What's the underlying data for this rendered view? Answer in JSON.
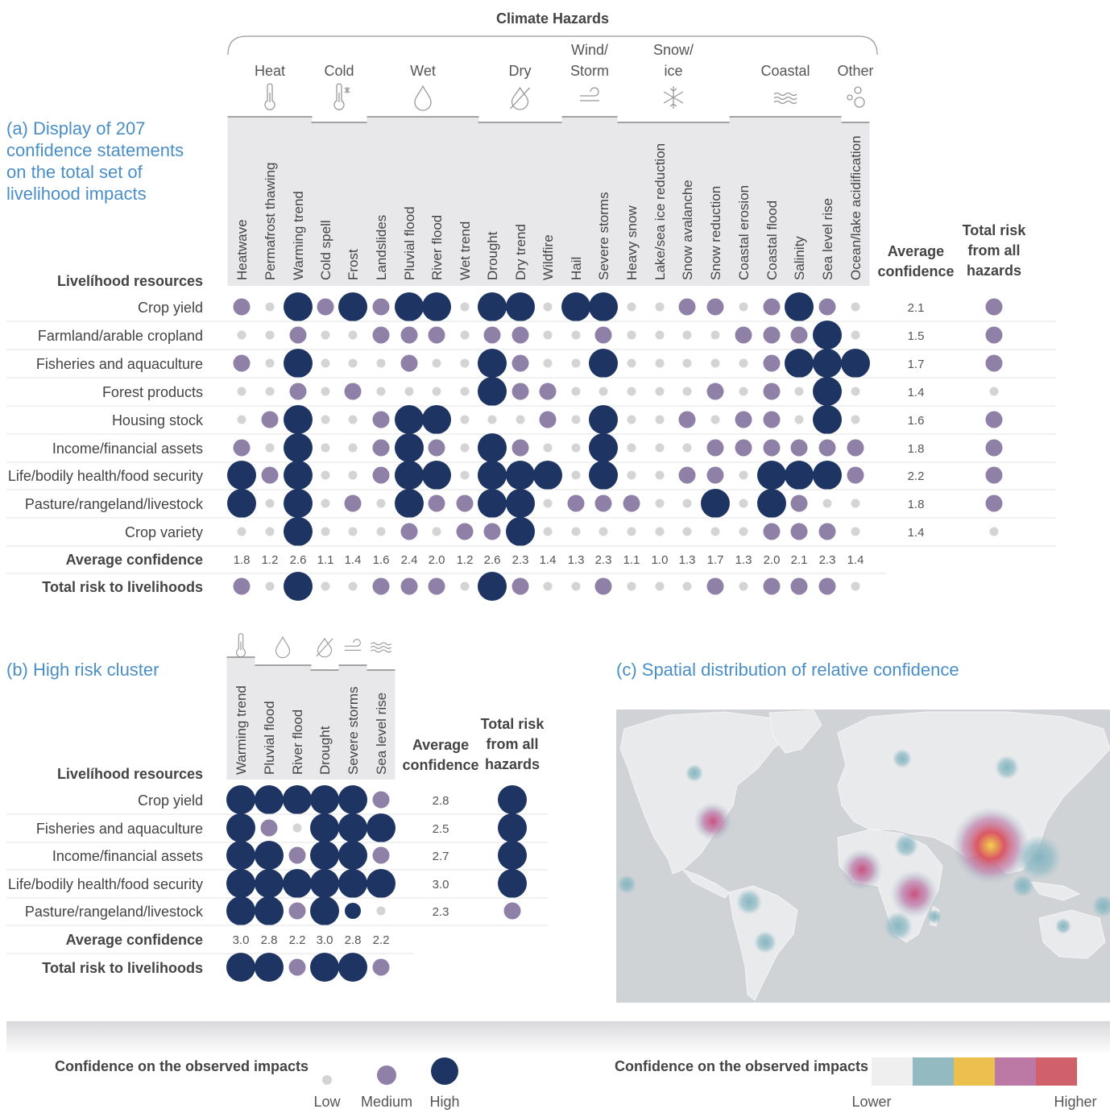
{
  "colors": {
    "low": "#d4d4d4",
    "medium": "#8f80a8",
    "high": "#1e3563",
    "header_bg": "#e8e8ea",
    "title": "#4a8ec6"
  },
  "top_title": "Climate Hazards",
  "groups": [
    {
      "label": "Heat",
      "icon": "thermometer-icon"
    },
    {
      "label": "Cold",
      "icon": "snow-thermometer-icon"
    },
    {
      "label": "Wet",
      "icon": "drop-icon"
    },
    {
      "label": "Dry",
      "icon": "dry-icon"
    },
    {
      "label": "Wind/\nStorm",
      "icon": "wind-icon"
    },
    {
      "label": "Snow/\nice",
      "icon": "snowflake-icon"
    },
    {
      "label": "Coastal",
      "icon": "waves-icon"
    },
    {
      "label": "Other",
      "icon": "bubbles-icon"
    }
  ],
  "panel_a": {
    "title": "(a) Display of 207\nconfidence statements\non the total set of\nlivelihood impacts",
    "resources_header": "Livelíhood resources",
    "avg_header": "Average\nconfidence",
    "total_header": "Total risk\nfrom all\nhazards"
  },
  "panel_b": {
    "title": "(b) High risk cluster",
    "resources_header": "Livelíhood resources",
    "avg_header": "Average\nconfidence",
    "total_header": "Total risk\nfrom all\nhazards"
  },
  "panel_c": {
    "title": "(c) Spatial distribution of relative confidence"
  },
  "legend": {
    "dots_title": "Confidence on the observed impacts",
    "levels": [
      "Low",
      "Medium",
      "High"
    ],
    "map_title": "Confidence on the observed impacts",
    "map_low": "Lower",
    "map_high": "Higher",
    "map_colors": [
      "#efefef",
      "#93b9c1",
      "#ecc04f",
      "#bd79a5",
      "#d0606a"
    ]
  },
  "chart_data": [
    {
      "type": "matrix",
      "scale": {
        "1": "Low",
        "2": "Medium",
        "3": "High"
      },
      "columns": [
        "Heatwave",
        "Permafrost thawing",
        "Warming trend",
        "Cold spell",
        "Frost",
        "Landslides",
        "Pluvial flood",
        "River flood",
        "Wet trend",
        "Drought",
        "Dry trend",
        "Wildfire",
        "Hail",
        "Severe storms",
        "Heavy snow",
        "Lake/sea ice reduction",
        "Snow avalanche",
        "Snow reduction",
        "Coastal erosion",
        "Coastal flood",
        "Salinity",
        "Sea level rise",
        "Ocean/lake acidification"
      ],
      "rows": [
        {
          "label": "Crop yield",
          "values": [
            2,
            1,
            3,
            2,
            3,
            2,
            3,
            3,
            1,
            3,
            3,
            1,
            3,
            3,
            1,
            1,
            2,
            2,
            1,
            2,
            3,
            2,
            1
          ],
          "avg": "2.1",
          "total": 2
        },
        {
          "label": "Farmland/arable cropland",
          "values": [
            1,
            1,
            2,
            1,
            1,
            2,
            2,
            2,
            1,
            2,
            2,
            1,
            1,
            2,
            1,
            1,
            1,
            1,
            2,
            2,
            2,
            3,
            1
          ],
          "avg": "1.5",
          "total": 2
        },
        {
          "label": "Fisheries and aquaculture",
          "values": [
            2,
            1,
            3,
            1,
            1,
            1,
            2,
            1,
            1,
            3,
            2,
            1,
            1,
            3,
            1,
            1,
            1,
            1,
            1,
            2,
            3,
            3,
            3
          ],
          "avg": "1.7",
          "total": 2
        },
        {
          "label": "Forest products",
          "values": [
            1,
            1,
            2,
            1,
            2,
            1,
            1,
            1,
            1,
            3,
            2,
            2,
            1,
            1,
            1,
            1,
            1,
            2,
            1,
            2,
            1,
            3,
            1
          ],
          "avg": "1.4",
          "total": 1
        },
        {
          "label": "Housing stock",
          "values": [
            1,
            2,
            3,
            1,
            1,
            2,
            3,
            3,
            1,
            1,
            1,
            2,
            1,
            3,
            1,
            1,
            2,
            1,
            2,
            2,
            1,
            3,
            1
          ],
          "avg": "1.6",
          "total": 2
        },
        {
          "label": "Income/financial assets",
          "values": [
            2,
            1,
            3,
            1,
            1,
            2,
            3,
            2,
            1,
            3,
            2,
            1,
            1,
            3,
            1,
            1,
            1,
            2,
            2,
            2,
            2,
            2,
            2
          ],
          "avg": "1.8",
          "total": 2
        },
        {
          "label": "Life/bodily health/food security",
          "values": [
            3,
            2,
            3,
            1,
            1,
            2,
            3,
            3,
            1,
            3,
            3,
            3,
            1,
            3,
            1,
            1,
            2,
            2,
            1,
            3,
            3,
            3,
            2
          ],
          "avg": "2.2",
          "total": 2
        },
        {
          "label": "Pasture/rangeland/livestock",
          "values": [
            3,
            1,
            3,
            1,
            2,
            1,
            3,
            2,
            2,
            3,
            3,
            1,
            2,
            2,
            2,
            1,
            1,
            3,
            1,
            3,
            2,
            1,
            1
          ],
          "avg": "1.8",
          "total": 2
        },
        {
          "label": "Crop variety",
          "values": [
            1,
            1,
            3,
            1,
            1,
            1,
            2,
            1,
            2,
            2,
            3,
            1,
            1,
            1,
            1,
            1,
            1,
            1,
            1,
            2,
            2,
            2,
            1
          ],
          "avg": "1.4",
          "total": 1
        }
      ],
      "avg_label": "Average confidence",
      "column_avg": [
        "1.8",
        "1.2",
        "2.6",
        "1.1",
        "1.4",
        "1.6",
        "2.4",
        "2.0",
        "1.2",
        "2.6",
        "2.3",
        "1.4",
        "1.3",
        "2.3",
        "1.1",
        "1.0",
        "1.3",
        "1.7",
        "1.3",
        "2.0",
        "2.1",
        "2.3",
        "1.4"
      ],
      "total_label": "Total risk to livelihoods",
      "column_total": [
        2,
        1,
        3,
        1,
        1,
        2,
        2,
        2,
        1,
        3,
        2,
        1,
        1,
        2,
        1,
        1,
        1,
        2,
        1,
        2,
        2,
        2,
        1
      ]
    },
    {
      "type": "matrix",
      "scale": {
        "1": "Low",
        "2": "Medium",
        "3": "High"
      },
      "columns": [
        "Warming trend",
        "Pluvial flood",
        "River flood",
        "Drought",
        "Severe storms",
        "Sea level rise"
      ],
      "rows": [
        {
          "label": "Crop yield",
          "values": [
            3,
            3,
            3,
            3,
            3,
            2
          ],
          "avg": "2.8",
          "total": 3
        },
        {
          "label": "Fisheries and aquaculture",
          "values": [
            3,
            2,
            1,
            3,
            3,
            3
          ],
          "avg": "2.5",
          "total": 3
        },
        {
          "label": "Income/financial assets",
          "values": [
            3,
            3,
            2,
            3,
            3,
            2
          ],
          "avg": "2.7",
          "total": 3
        },
        {
          "label": "Life/bodily health/food security",
          "values": [
            3,
            3,
            3,
            3,
            3,
            3
          ],
          "avg": "3.0",
          "total": 3
        },
        {
          "label": "Pasture/rangeland/livestock",
          "values": [
            3,
            3,
            2,
            3,
            2.5,
            1
          ],
          "avg": "2.3",
          "total": 2
        }
      ],
      "avg_label": "Average confidence",
      "column_avg": [
        "3.0",
        "2.8",
        "2.2",
        "3.0",
        "2.8",
        "2.2"
      ],
      "total_label": "Total risk to livelihoods",
      "column_total": [
        3,
        3,
        2,
        3,
        3,
        2
      ]
    }
  ]
}
